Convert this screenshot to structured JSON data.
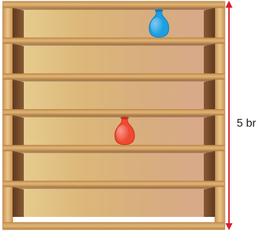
{
  "shelf_count": 6,
  "measurement": {
    "label": "5 br",
    "color": "#d81e2c"
  },
  "vases": [
    {
      "name": "blue-vase",
      "shelf": 1,
      "color": "#1e9fe0",
      "shade": "#0f7ec0"
    },
    {
      "name": "red-vase",
      "shelf": 4,
      "color": "#ef4a32",
      "shade": "#c7301d"
    }
  ],
  "colors": {
    "frame": "#e2b877",
    "frame_edge": "#b8834a",
    "shelf_board": "#d8a865",
    "back_panel_light": "#e6c98a",
    "back_panel_mid": "#d9b27a",
    "back_panel_pink": "#d9a98a",
    "side_shadow": "#7a4f2e"
  }
}
